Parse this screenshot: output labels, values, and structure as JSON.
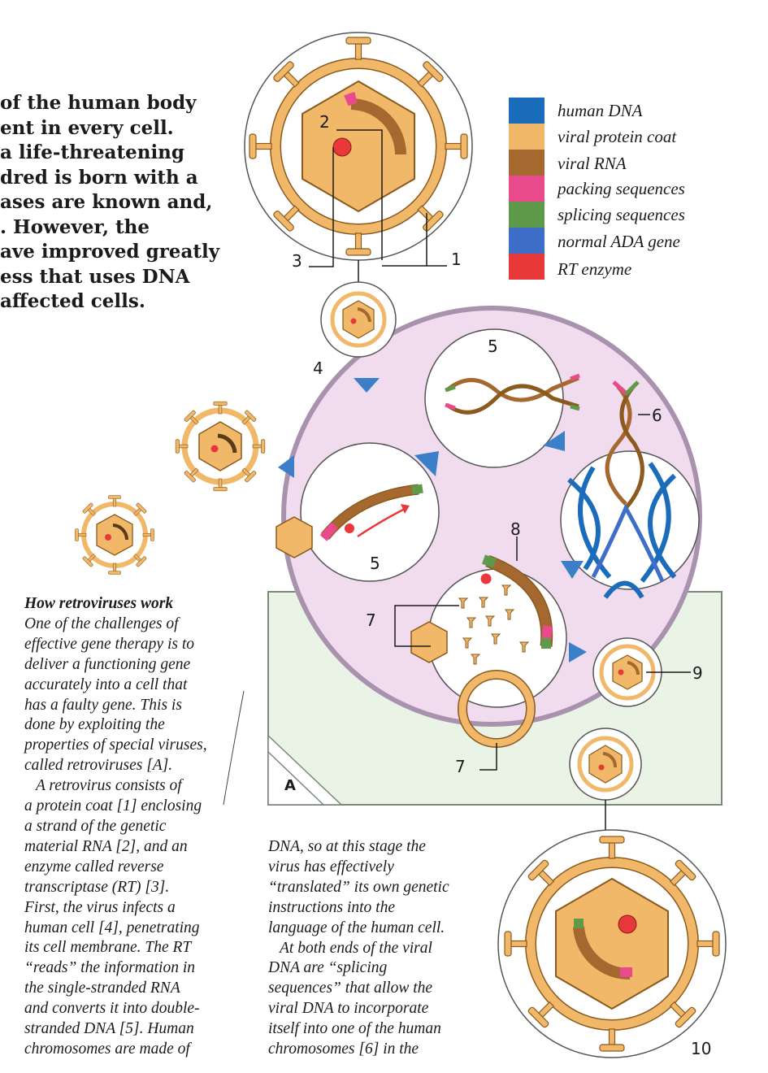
{
  "intro_lines": [
    "of the human body",
    "ent in every cell.",
    "a life-threatening",
    "dred is born with a",
    "ases are known and,",
    ". However, the",
    "ave improved greatly",
    "ess that uses DNA",
    "affected cells."
  ],
  "legend": [
    {
      "label": "human DNA",
      "color": "#1c6cbc"
    },
    {
      "label": "viral protein coat",
      "color": "#f0b868"
    },
    {
      "label": "viral RNA",
      "color": "#a5682e"
    },
    {
      "label": "packing sequences",
      "color": "#e94a8c"
    },
    {
      "label": "splicing sequences",
      "color": "#5f9a4a"
    },
    {
      "label": "normal ADA gene",
      "color": "#3f6ec9"
    },
    {
      "label": "RT enzyme",
      "color": "#e8383a"
    }
  ],
  "figure": {
    "panel_letter": "A",
    "labels": {
      "n1": "1",
      "n2": "2",
      "n3": "3",
      "n4": "4",
      "n5a": "5",
      "n5b": "5",
      "n6": "6",
      "n7a": "7",
      "n7b": "7",
      "n8": "8",
      "n9": "9",
      "n10": "10"
    }
  },
  "col1": {
    "heading": "How retroviruses work",
    "lines": [
      "One of the challenges of",
      "effective gene therapy is to",
      "deliver a functioning gene",
      "accurately into a cell that",
      "has a faulty gene. This is",
      "done by exploiting the",
      "properties of special viruses,",
      "called retroviruses [A].",
      "A retrovirus consists of",
      "a protein coat [1] enclosing",
      "a strand of the genetic",
      "material RNA [2], and an",
      "enzyme called reverse",
      "transcriptase (RT) [3].",
      "First, the virus infects a",
      "human cell [4], penetrating",
      "its cell membrane. The RT",
      "“reads” the information in",
      "the single-stranded RNA",
      "and converts it into double-",
      "stranded DNA [5]. Human",
      "chromosomes are made of"
    ]
  },
  "col2": {
    "lines": [
      "DNA, so at this stage the",
      "virus has effectively",
      "“translated” its own genetic",
      "instructions into the",
      "language of the human cell.",
      "At both ends of the viral",
      "DNA are “splicing",
      "sequences” that allow the",
      "viral DNA to incorporate",
      "itself into one of the human",
      "chromosomes [6] in the"
    ]
  }
}
